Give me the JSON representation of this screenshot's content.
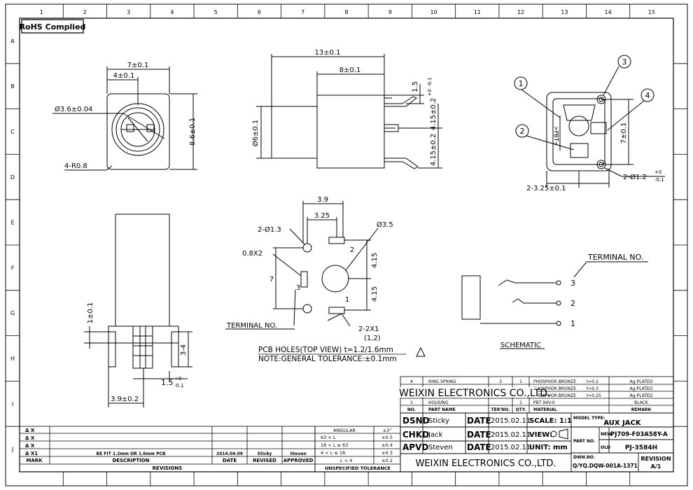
{
  "grid": {
    "cols": [
      "1",
      "2",
      "3",
      "4",
      "5",
      "6",
      "7",
      "8",
      "9",
      "10",
      "11",
      "12",
      "13",
      "14",
      "15"
    ],
    "rows": [
      "A",
      "B",
      "C",
      "D",
      "E",
      "F",
      "G",
      "H",
      "I",
      "J"
    ]
  },
  "rohs_label": "RoHS Complied",
  "dims": {
    "front_width": "7±0.1",
    "front_half": "4±0.1",
    "front_height": "8.6±0.1",
    "front_bore": "Ø3.6±0.04",
    "front_radius": "4-R0.8",
    "side_length": "13±0.1",
    "side_body": "8±0.1",
    "side_dia": "Ø6±0.1",
    "side_pin_top": "1.5",
    "side_pin_top_tol_plus": "+0",
    "side_pin_top_tol_minus": "-0.1",
    "side_upper": "4.15±0.2",
    "side_lower": "4.15±0.2",
    "rear_pitch": "2-3.25±0.1",
    "rear_height": "7±0.1",
    "rear_holes": "2-Ø1.2",
    "rear_holes_tol_plus": "+0",
    "rear_holes_tol_minus": "-0.1",
    "bottom_pin": "1±0.1",
    "bottom_pin_len": "3-4",
    "bottom_offset": "1.5",
    "bottom_offset_tol_plus": "+0",
    "bottom_offset_tol_minus": "-0.1",
    "bottom_width": "3.9±0.2",
    "pcb_39": "3.9",
    "pcb_325": "3.25",
    "pcb_holes": "2-Ø1.3",
    "pcb_slot": "0.8X2",
    "pcb_big": "Ø3.5",
    "pcb_7": "7",
    "pcb_415a": "4.15",
    "pcb_415b": "4.15",
    "pcb_2x1": "2-2X1",
    "pcb_12": "(1,2)",
    "pcb_term": "TERMINAL NO."
  },
  "callouts": [
    "1",
    "2",
    "3",
    "4"
  ],
  "pcb_pin_labels": [
    "1",
    "2",
    "3"
  ],
  "notes": {
    "pcb_holes": "PCB HOLES(TOP VIEW) t=1.2/1.6mm",
    "tolerance": "NOTE:GENERAL TOLERANCE:±0.1mm"
  },
  "schematic": {
    "title": "SCHEMATIC",
    "terminal_label": "TERMINAL NO.",
    "pins": [
      "3",
      "2",
      "1"
    ]
  },
  "bom": {
    "rows": [
      {
        "no": "4",
        "name": "RING SPRING",
        "ter": "3",
        "qty": "1",
        "material": "PHOSPHOR BRONZE",
        "t": "t=0.2",
        "remark": "Ag-PLATED"
      },
      {
        "no": "",
        "name": "",
        "ter": "",
        "qty": "",
        "material": "PHOSPHOR BRONZE",
        "t": "t=0.3",
        "remark": "Ag-PLATED"
      },
      {
        "no": "",
        "name": "",
        "ter": "",
        "qty": "",
        "material": "PHOSPHOR BRONZE",
        "t": "t=0.25",
        "remark": "Ag-PLATED"
      },
      {
        "no": "1",
        "name": "HOUSING",
        "ter": "",
        "qty": "1",
        "material": "PBT 94V-0",
        "t": "",
        "remark": "BLACK"
      }
    ],
    "company_overlay": "WEIXIN ELECTRONICS CO.,LTD.",
    "headers": {
      "no": "NO.",
      "name": "PART NAME",
      "ter": "TER'NO.",
      "qty": "QTY.",
      "material": "MATERIAL",
      "remark": "REMARK"
    }
  },
  "title_block": {
    "dsnd_label": "DSND",
    "dsnd_name": "Sticky",
    "chkd_label": "CHKD",
    "chkd_name": "Jack",
    "apvd_label": "APVD",
    "apvd_name": "Steven",
    "date_label": "DATE",
    "date_value": "2015.02.11",
    "scale": "SCALE: 1:1",
    "view": "VIEW:",
    "unit": "UNIT:  mm",
    "company": "WEIXIN ELECTRONICS CO.,LTD.",
    "model_type_label": "MODEL TYPE:",
    "model_type": "AUX JACK",
    "part_no_label": "PART NO.",
    "new_label": "NEW",
    "new_value": "PJ709-F03A58Y-A",
    "old_label": "OLD",
    "old_value": "PJ-3584H",
    "dwg_label": "DWN.NO.",
    "dwg_value": "Q/YQ.DQW-001A-1371",
    "revision_label": "REVISION",
    "revision_value": "A/1"
  },
  "tolerance_table": {
    "title": "UNSPECIFIED TOLERANCE",
    "angular": "ANGULAR",
    "angular_val": "±3°",
    "rows": [
      {
        "range": "63 < L",
        "val": "±0.5"
      },
      {
        "range": "18 < L ≤ 63",
        "val": "±0.4"
      },
      {
        "range": "4 < L ≤ 18",
        "val": "±0.3"
      },
      {
        "range": "L < 4",
        "val": "±0.2"
      }
    ]
  },
  "revisions": {
    "title": "REVISIONS",
    "headers": {
      "mark": "MARK",
      "desc": "DESCRIPTION",
      "date": "DATE",
      "revised": "REVISED",
      "approved": "APPROVED"
    },
    "marks": [
      "Δ X",
      "Δ X",
      "Δ X",
      "Δ X1"
    ],
    "entry": {
      "desc": "BE FIT 1.2mm OR 1.6mm PCB",
      "date": "2014.04.09",
      "revised": "Sticky",
      "approved": "Steven"
    }
  }
}
